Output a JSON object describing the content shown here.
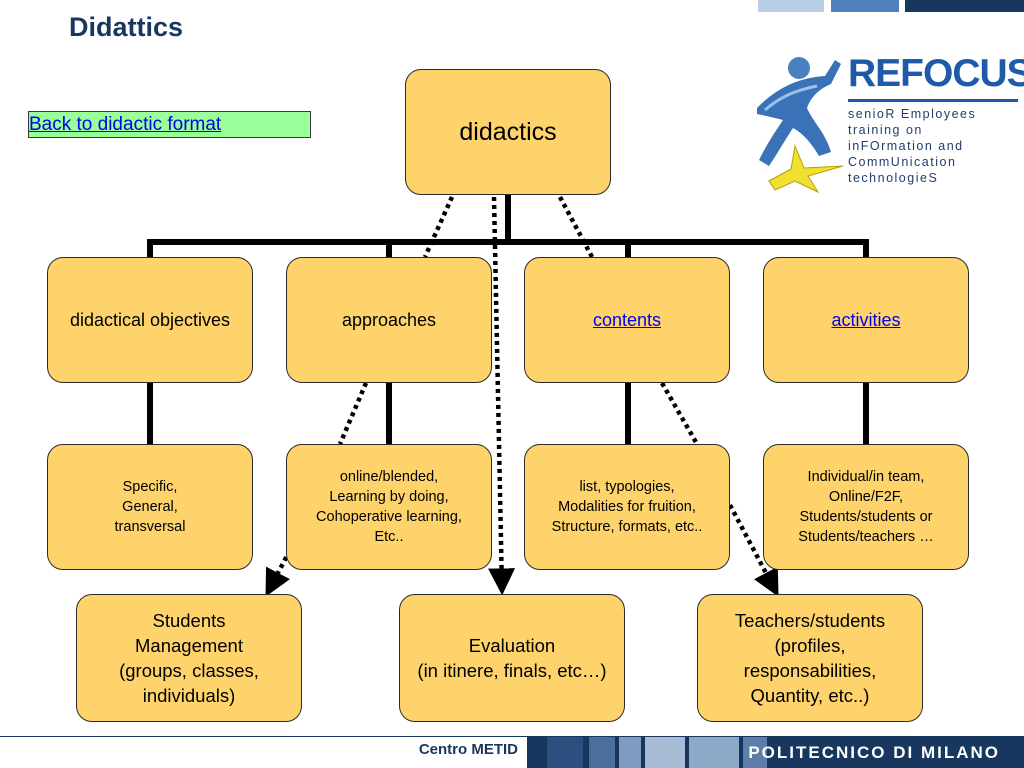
{
  "page": {
    "title": "Didattics"
  },
  "back_link": {
    "label": "Back to didactic format"
  },
  "logo": {
    "word": "REFOCUS",
    "lines": [
      "senioR Employees",
      "training on",
      "inFOrmation and",
      "CommUnication",
      "technologieS"
    ]
  },
  "diagram": {
    "root": "didactics",
    "categories": [
      "didactical objectives",
      "approaches",
      "contents",
      "activities"
    ],
    "details": [
      "Specific,\nGeneral,\ntransversal",
      "online/blended,\nLearning by doing,\nCohoperative learning,\nEtc..",
      "list, typologies,\nModalities for fruition,\nStructure, formats, etc..",
      "Individual/in team,\nOnline/F2F,\nStudents/students or\nStudents/teachers …"
    ],
    "outcomes": [
      "Students\nManagement\n(groups, classes,\nindividuals)",
      "Evaluation\n(in itinere, finals, etc…)",
      "Teachers/students\n(profiles,\nresponsabilities,\nQuantity, etc..)"
    ]
  },
  "footer": {
    "center": "Centro METID",
    "university": "POLITECNICO DI MILANO"
  },
  "colors": {
    "box_fill": "#ffd36b",
    "title": "#17375e",
    "link": "#0000ee",
    "back_link_bg": "#99ff99",
    "footer_bar": "#17375e"
  }
}
